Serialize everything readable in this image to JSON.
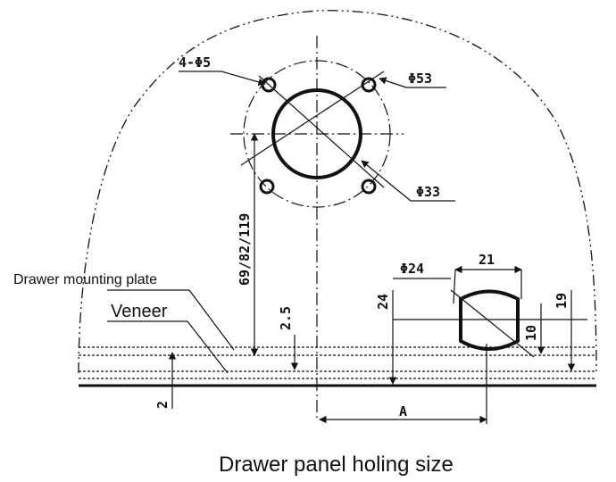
{
  "diagram": {
    "labels": {
      "bolt_holes": "4-Φ5",
      "bolt_circle": "Φ53",
      "center_bore": "Φ33",
      "side_hole": "Φ24",
      "flat_width": "21",
      "hole_height": "24",
      "flat_offset": "10",
      "hole_center_height": "19",
      "vertical_distance": "69/82/119",
      "plate_gap": "2.5",
      "veneer_thickness": "2",
      "horizontal_distance": "A"
    },
    "callouts": {
      "mounting_plate": "Drawer mounting plate",
      "veneer": "Veneer"
    },
    "caption": "Drawer panel holing size"
  }
}
